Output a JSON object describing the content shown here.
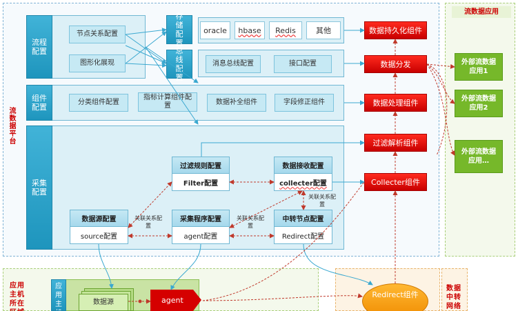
{
  "platform": {
    "label": "流数据平台"
  },
  "app_region": {
    "label": "流数据应用"
  },
  "host_region": {
    "label": "应用主机所在区域"
  },
  "relay_region": {
    "label": "数据中转网络"
  },
  "flow_panel": {
    "header": "流程配置",
    "items": [
      "节点关系配置",
      "图形化展现"
    ]
  },
  "storage": {
    "header": "存储配置",
    "items": [
      "oracle",
      "hbase",
      "Redis",
      "其他"
    ]
  },
  "bus": {
    "header": "总线配置",
    "items": [
      "消息总线配置",
      "接口配置"
    ]
  },
  "component_panel": {
    "header": "组件配置",
    "items": [
      "分类组件配置",
      "指标计算组件配置",
      "数据补全组件",
      "字段修正组件"
    ]
  },
  "collect_panel": {
    "header": "采集配置",
    "filter": {
      "title": "过滤规则配置",
      "body": "Filter配置"
    },
    "receiver": {
      "title": "数据接收配置",
      "body": "collecter配置"
    },
    "source": {
      "title": "数据源配置",
      "body": "source配置"
    },
    "agent": {
      "title": "采集程序配置",
      "body": "agent配置"
    },
    "relay": {
      "title": "中转节点配置",
      "body": "Redirect配置"
    },
    "relation_note": "关联关系配置"
  },
  "pipeline": [
    "数据持久化组件",
    "数据分发",
    "数据处理组件",
    "过滤解析组件",
    "Collecter组件"
  ],
  "external_apps": [
    "外部流数据应用1",
    "外部流数据应用2",
    "外部流数据应用…"
  ],
  "host": {
    "app_label": "应用主机",
    "source": "数据源",
    "agent": "agent"
  },
  "redirect": "Redirect组件",
  "colors": {
    "red": "#e00000",
    "cyan": "#1e95bd",
    "green": "#76b82a",
    "orange": "#f5a623"
  }
}
